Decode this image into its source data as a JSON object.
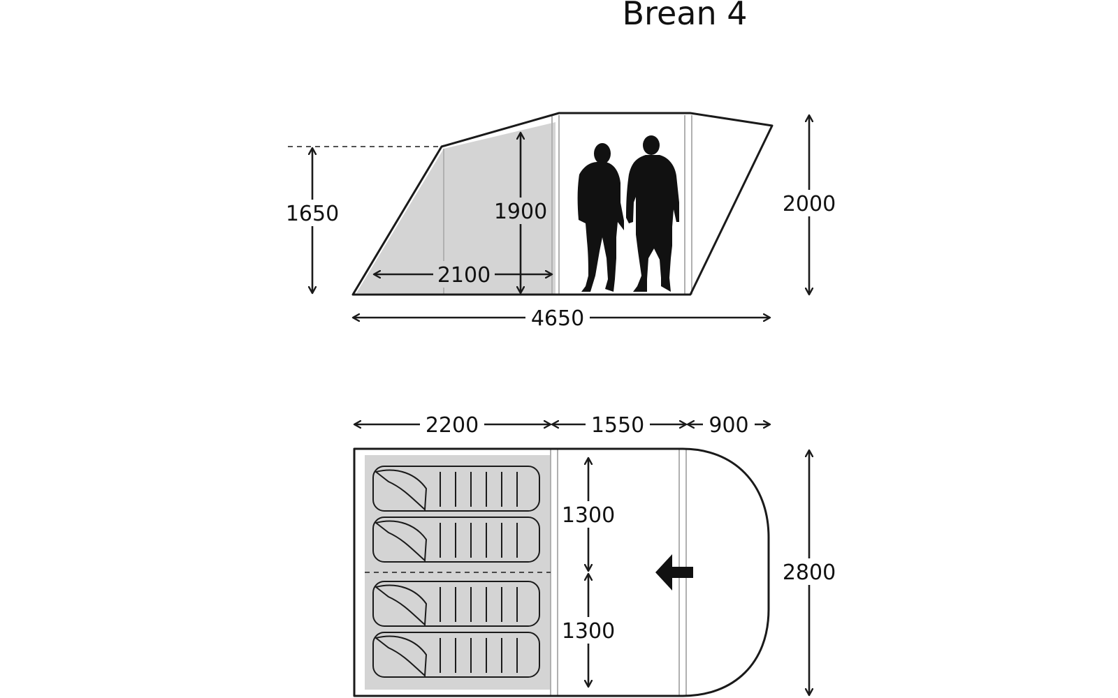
{
  "title": "Brean 4",
  "side_view": {
    "dims": {
      "porch_height": "1650",
      "inner_height": "1900",
      "inner_length": "2100",
      "total_length": "4650",
      "total_height": "2000"
    }
  },
  "plan_view": {
    "dims": {
      "bedroom_length": "2200",
      "living_length": "1550",
      "porch_length": "900",
      "bed_width_top": "1300",
      "bed_width_bottom": "1300",
      "total_width": "2800"
    }
  },
  "colors": {
    "outline": "#1a1a1a",
    "bedroom_fill": "#d4d4d4",
    "pole": "#b0b0b0"
  }
}
